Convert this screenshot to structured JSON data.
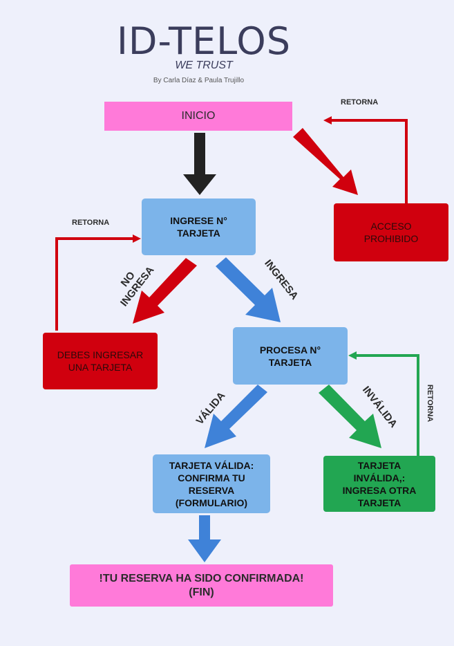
{
  "header": {
    "title": "ID-TELOS",
    "subtitle": "WE TRUST",
    "byline": "By Carla Díaz & Paula Trujillo"
  },
  "nodes": {
    "inicio": "INICIO",
    "ingrese": "INGRESE N° TARJETA",
    "acceso": "ACCESO PROHIBIDO",
    "debes": "DEBES INGRESAR UNA TARJETA",
    "procesa": "PROCESA N° TARJETA",
    "valida": "TARJETA VÁLIDA: CONFIRMA TU RESERVA (FORMULARIO)",
    "invalida": "TARJETA INVÁLIDA,: INGRESA OTRA TARJETA",
    "fin": "!TU RESERVA HA SIDO CONFIRMADA! (FIN)"
  },
  "edge_labels": {
    "retorna_top": "RETORNA",
    "retorna_left": "RETORNA",
    "retorna_right": "RETORNA",
    "no_ingresa_1": "NO",
    "no_ingresa_2": "INGRESA",
    "ingresa": "INGRESA",
    "valida": "VÁLIDA",
    "invalida": "INVÁLIDA"
  },
  "colors": {
    "background": "#eef0fb",
    "pink": "#ff7ad9",
    "red": "#d0000e",
    "blue_box": "#7cb4ea",
    "blue_arrow": "#3f82d8",
    "green": "#22a652",
    "black_arrow": "#222222"
  }
}
